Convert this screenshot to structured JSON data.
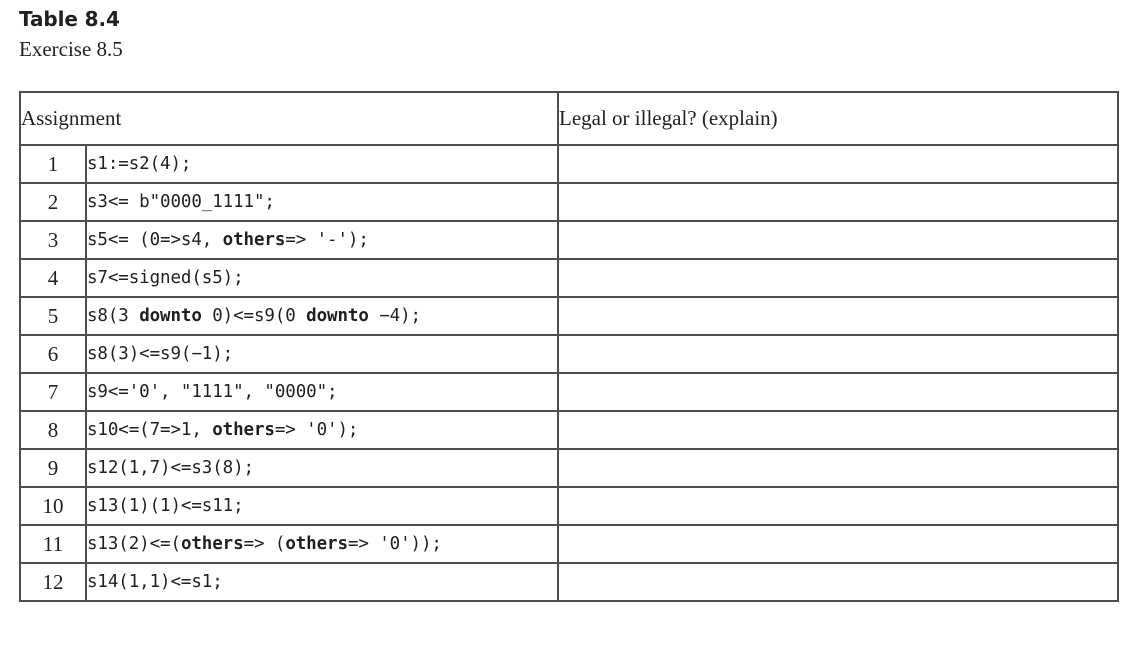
{
  "caption": {
    "number": "Table 8.4",
    "title": "Exercise 8.5"
  },
  "table": {
    "headers": {
      "assignment": "Assignment",
      "answer": "Legal or illegal? (explain)"
    },
    "rows": [
      {
        "num": "1",
        "code": "s1:=s2(4);",
        "answer": ""
      },
      {
        "num": "2",
        "code": "s3<= b\"0000_1111\";",
        "answer": ""
      },
      {
        "num": "3",
        "code": "s5<= (0=>s4, others=> '-');",
        "answer": ""
      },
      {
        "num": "4",
        "code": "s7<=signed(s5);",
        "answer": ""
      },
      {
        "num": "5",
        "code": "s8(3 downto 0)<=s9(0 downto −4);",
        "answer": ""
      },
      {
        "num": "6",
        "code": "s8(3)<=s9(−1);",
        "answer": ""
      },
      {
        "num": "7",
        "code": "s9<='0', \"1111\", \"0000\";",
        "answer": ""
      },
      {
        "num": "8",
        "code": "s10<=(7=>1, others=> '0');",
        "answer": ""
      },
      {
        "num": "9",
        "code": "s12(1,7)<=s3(8);",
        "answer": ""
      },
      {
        "num": "10",
        "code": "s13(1)(1)<=s11;",
        "answer": ""
      },
      {
        "num": "11",
        "code": "s13(2)<=(others=> (others=> '0'));",
        "answer": ""
      },
      {
        "num": "12",
        "code": "s14(1,1)<=s1;",
        "answer": ""
      }
    ],
    "bold_keywords": [
      "downto",
      "others"
    ]
  },
  "colors": {
    "border": "#4d4d4d",
    "text": "#231f20",
    "background": "#ffffff"
  }
}
